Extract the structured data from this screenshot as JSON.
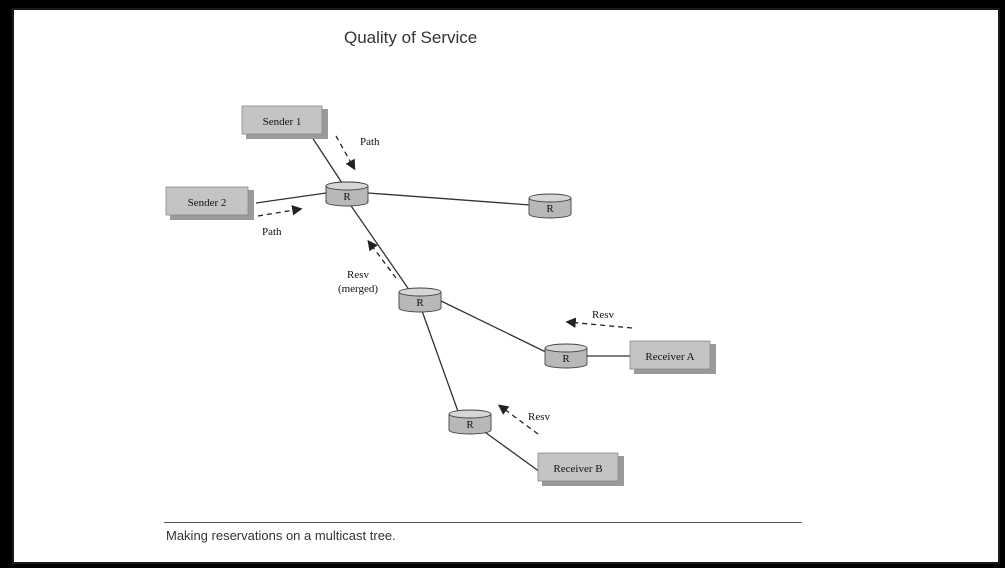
{
  "title": "Quality of Service",
  "caption": "Making reservations on a multicast tree.",
  "nodes": {
    "sender1": "Sender 1",
    "sender2": "Sender 2",
    "receiverA": "Receiver A",
    "receiverB": "Receiver B",
    "router_label": "R"
  },
  "labels": {
    "path1": "Path",
    "path2": "Path",
    "resv_merged_1": "Resv",
    "resv_merged_2": "(merged)",
    "resvA": "Resv",
    "resvB": "Resv"
  },
  "colors": {
    "box_fill": "#c4c4c4",
    "box_shadow": "#9a9a9a",
    "router_fill": "#b8b8b8",
    "line": "#333333"
  }
}
